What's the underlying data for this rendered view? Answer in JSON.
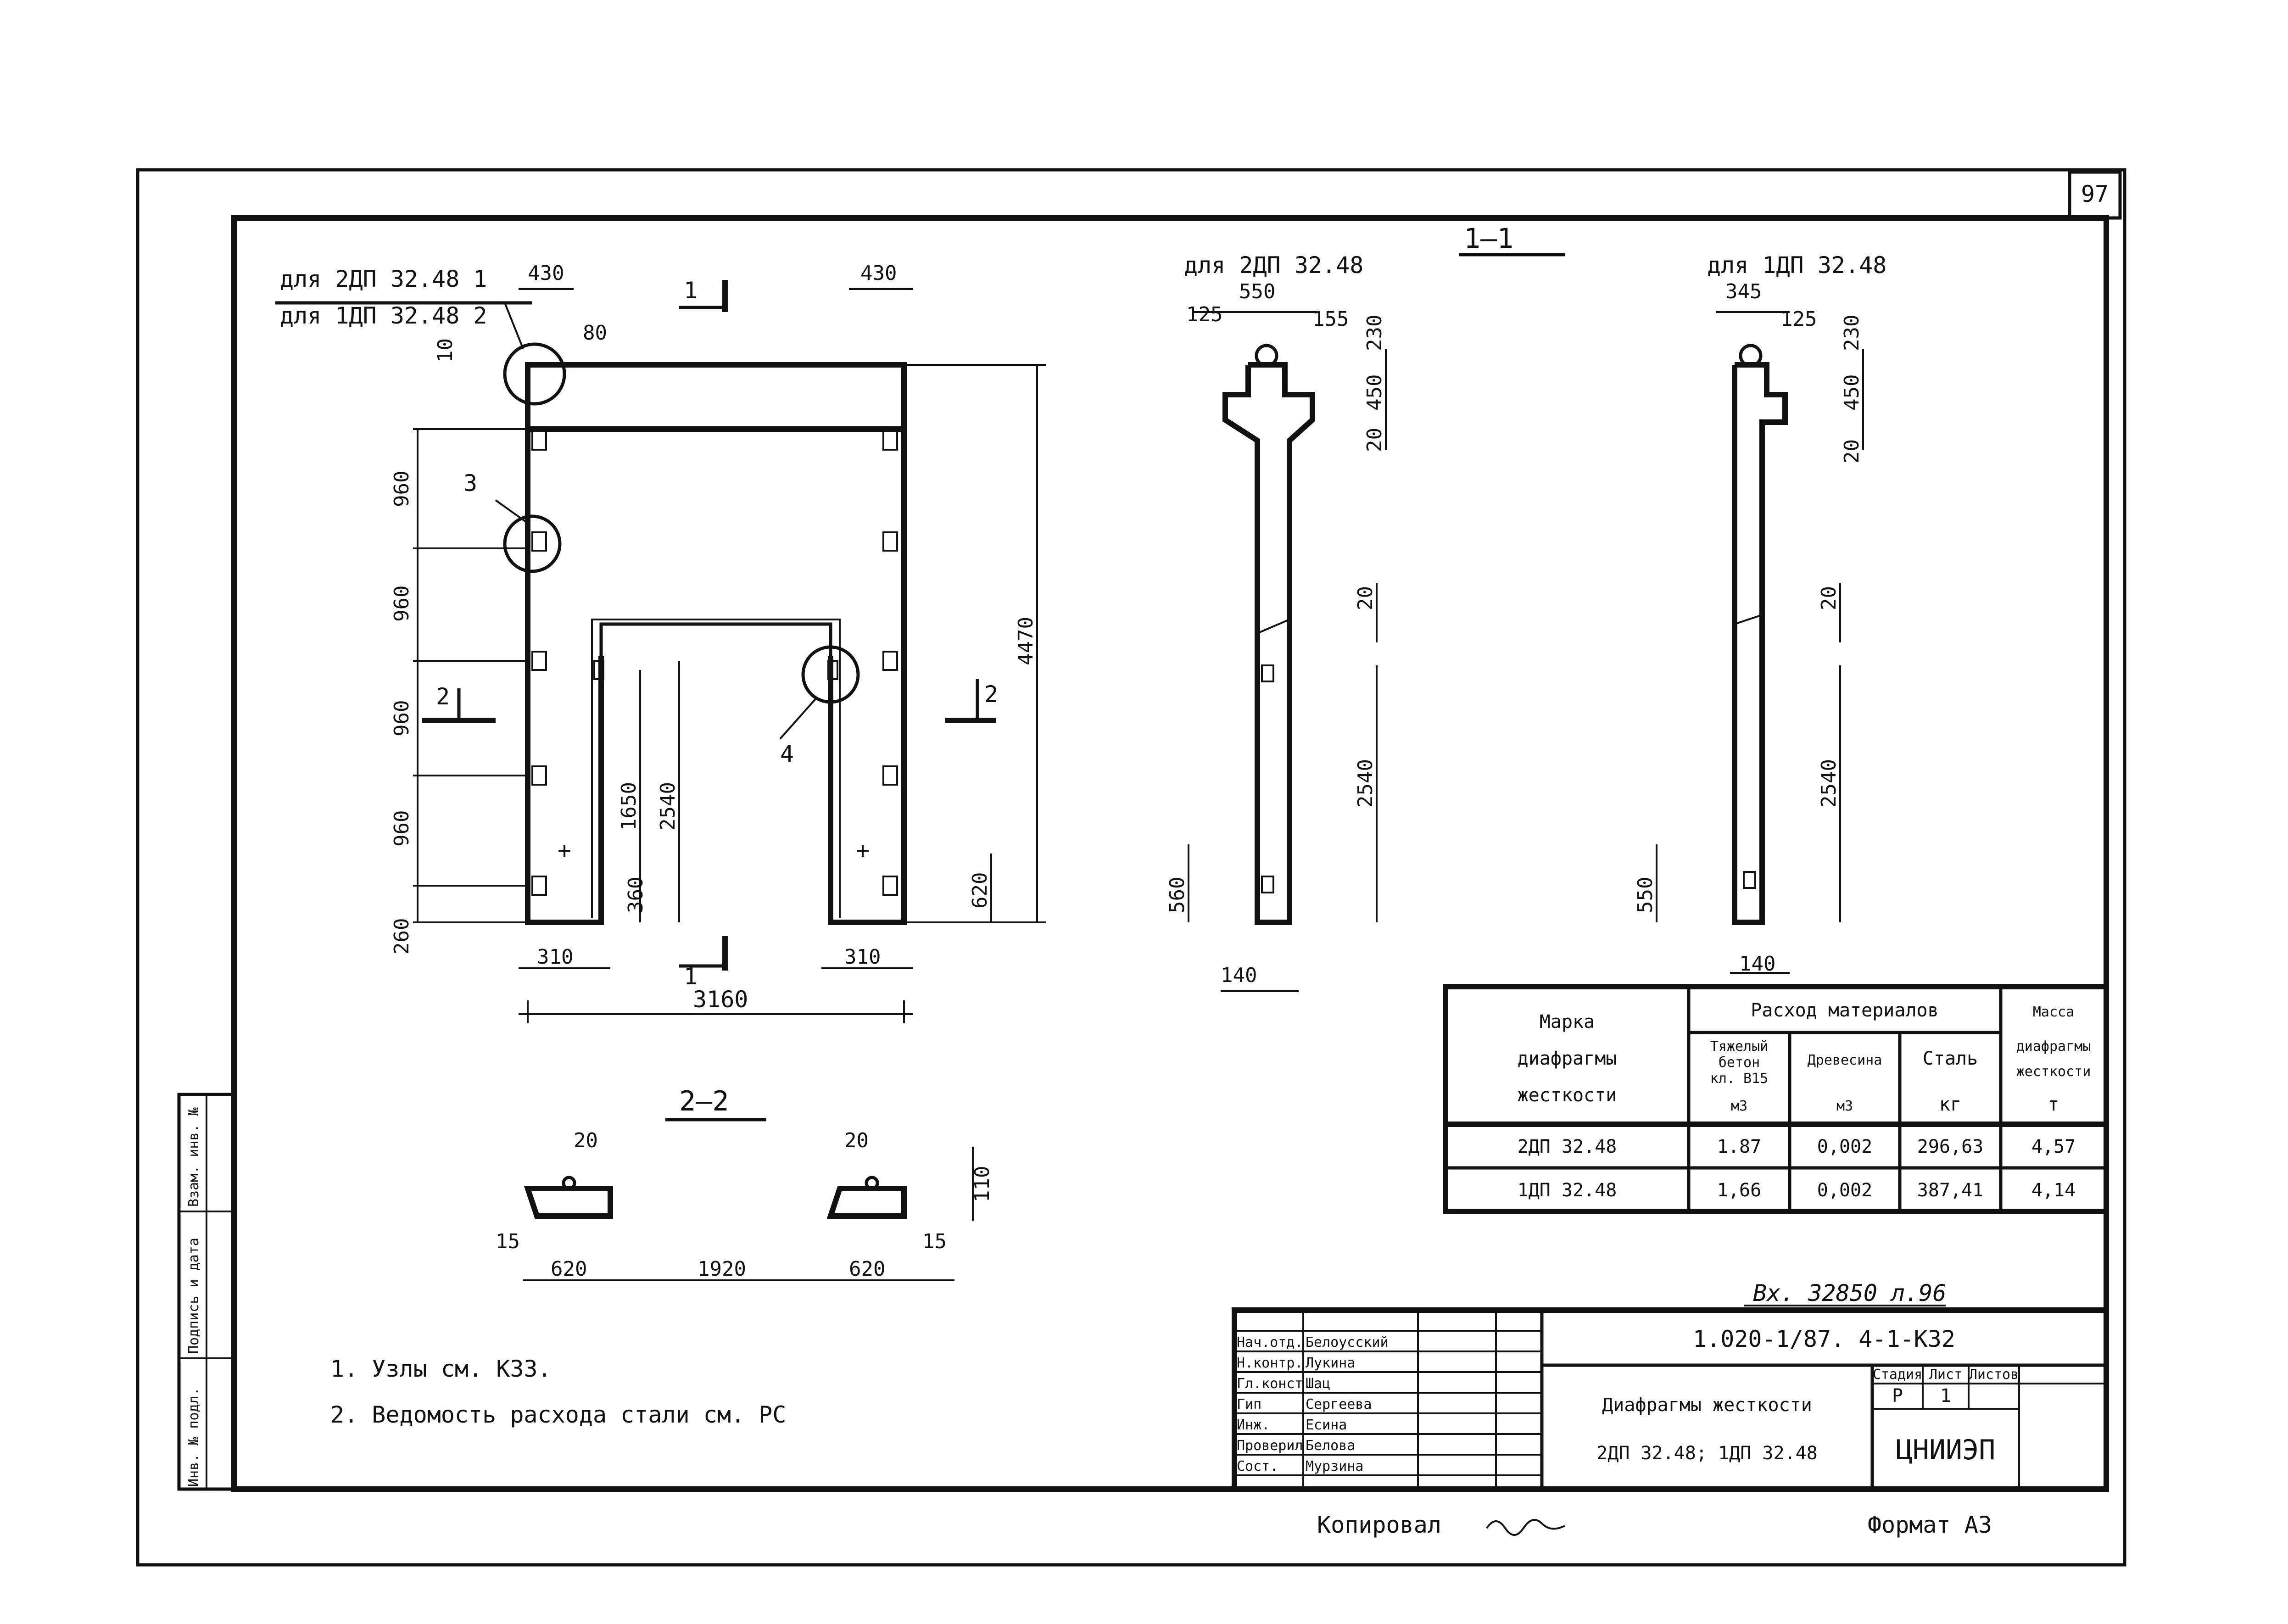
{
  "sheet": {
    "number": "97",
    "code": "1.020-1/87. 4-1-К32",
    "title_line1": "Диафрагмы жесткости",
    "title_line2": "2ДП 32.48; 1ДП 32.48",
    "stage_label": "Стадия",
    "sheet_label": "Лист",
    "sheets_label": "Листов",
    "stage_value": "Р",
    "sheet_value": "1",
    "org": "ЦНИИЭП",
    "copied_label": "Копировал",
    "format_label": "Формат А3",
    "inventory_note": "Вх. 32850 л.96",
    "side_stamp": [
      "Инв. № подл.",
      "Подпись и дата",
      "Взам. инв. №"
    ]
  },
  "signatures": [
    {
      "role": "Нач.отд.",
      "name": "Белоусский"
    },
    {
      "role": "Н.контр.",
      "name": "Лукина"
    },
    {
      "role": "Гл.конст.",
      "name": "Шац"
    },
    {
      "role": "Гип",
      "name": "Сергеева"
    },
    {
      "role": "Инж.",
      "name": "Есина"
    },
    {
      "role": "Проверил",
      "name": "Белова"
    },
    {
      "role": "Сост.",
      "name": "Мурзина"
    }
  ],
  "drawing": {
    "callout_top_1": "для 2ДП 32.48  1",
    "callout_top_2": "для 1ДП 32.48  2",
    "section_1_1": "1—1",
    "section_2_2": "2—2",
    "side_label_2dp": "для 2ДП 32.48",
    "side_label_1dp": "для 1ДП 32.48",
    "cut_mark_1": "1",
    "cut_mark_2": "2",
    "node_3": "3",
    "node_4": "4",
    "dims_front": {
      "top_left": "430",
      "top_right": "430",
      "d10": "10",
      "d80": "80",
      "v960a": "960",
      "v960b": "960",
      "v960c": "960",
      "v960d": "960",
      "v260": "260",
      "h1650": "1650",
      "h2540": "2540",
      "h360": "360",
      "h4470": "4470",
      "h620": "620",
      "b310l": "310",
      "b310r": "310",
      "b3160": "3160"
    },
    "dims_side_2dp": {
      "w550": "550",
      "w125": "125",
      "w155": "155",
      "h230": "230",
      "h450": "450",
      "h20a": "20",
      "h20b": "20",
      "h2540": "2540",
      "h560": "560",
      "w140": "140"
    },
    "dims_side_1dp": {
      "w345": "345",
      "w125": "125",
      "h230": "230",
      "h450": "450",
      "h20a": "20",
      "h20b": "20",
      "h2540": "2540",
      "h550": "550",
      "w140": "140"
    },
    "dims_section_2_2": {
      "d20l": "20",
      "d20r": "20",
      "d110": "110",
      "d15l": "15",
      "d15r": "15",
      "w620l": "620",
      "w1920": "1920",
      "w620r": "620"
    }
  },
  "notes": [
    "1. Узлы см. К33.",
    "2. Ведомость расхода стали см. РС"
  ],
  "materials_table": {
    "col_mark": [
      "Марка",
      "диафрагмы",
      "жесткости"
    ],
    "col_group": "Расход материалов",
    "col_concrete": [
      "Тяжелый",
      "бетон",
      "кл. В15",
      "м3"
    ],
    "col_wood": [
      "Древесина",
      "м3"
    ],
    "col_steel": [
      "Сталь",
      "кг"
    ],
    "col_mass": [
      "Масса",
      "диафрагмы",
      "жесткости",
      "т"
    ],
    "rows": [
      {
        "mark": "2ДП 32.48",
        "concrete": "1.87",
        "wood": "0,002",
        "steel": "296,63",
        "mass": "4,57"
      },
      {
        "mark": "1ДП 32.48",
        "concrete": "1,66",
        "wood": "0,002",
        "steel": "387,41",
        "mass": "4,14"
      }
    ]
  }
}
